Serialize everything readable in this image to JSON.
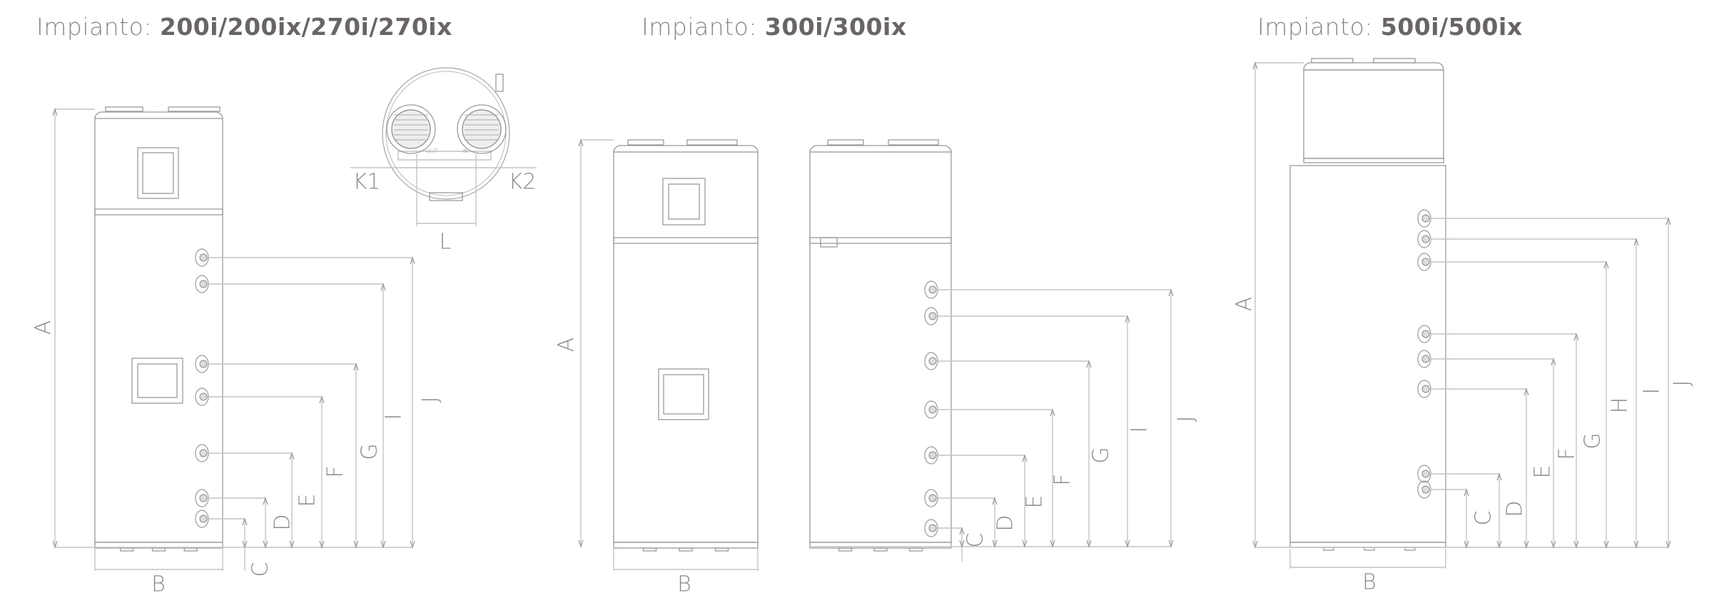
{
  "diagrams": [
    {
      "title_prefix": "Impianto: ",
      "title_model": "200i/200ix/270i/270ix"
    },
    {
      "title_prefix": "Impianto: ",
      "title_model": "300i/300ix"
    },
    {
      "title_prefix": "Impianto: ",
      "title_model": "500i/500ix"
    }
  ],
  "top_view": {
    "k1": "K1",
    "k2": "K2",
    "l": "L",
    "out": "OUT",
    "in": "IN"
  },
  "dims": {
    "A": "A",
    "B": "B",
    "C": "C",
    "D": "D",
    "E": "E",
    "F": "F",
    "G": "G",
    "H": "H",
    "I": "I",
    "J": "J"
  },
  "colors": {
    "line": "#c4c4c4",
    "outline": "#9a9a9a",
    "text": "#8a8a8a",
    "title_bold": "#6a6565"
  }
}
